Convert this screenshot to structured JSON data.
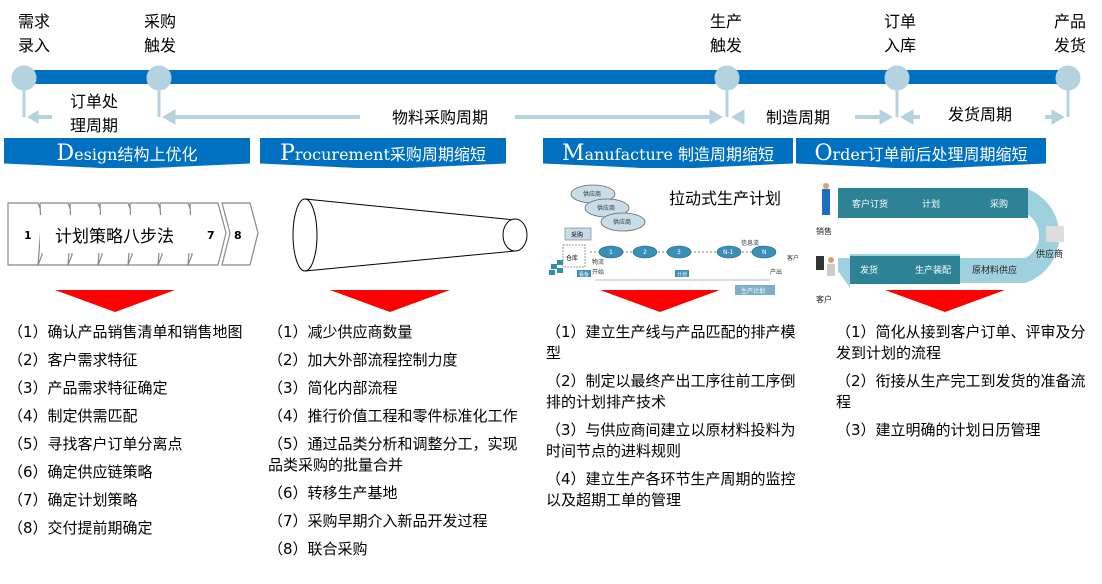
{
  "timeline": {
    "milestones": [
      {
        "line1": "需求",
        "line2": "录入"
      },
      {
        "line1": "采购",
        "line2": "触发"
      },
      {
        "line1": "生产",
        "line2": "触发"
      },
      {
        "line1": "订单",
        "line2": "入库"
      },
      {
        "line1": "产品",
        "line2": "发货"
      }
    ],
    "cycles": {
      "order_processing_1": "订单处",
      "order_processing_2": "理周期",
      "procurement": "物料采购周期",
      "manufacturing": "制造周期",
      "delivery": "发货周期"
    }
  },
  "sections": [
    {
      "cap": "D",
      "title": "esign结构上优化"
    },
    {
      "cap": "P",
      "title": "rocurement采购周期缩短"
    },
    {
      "cap": "M",
      "title": "anufacture 制造周期缩短"
    },
    {
      "cap": "O",
      "title": "rder订单前后处理周期缩短"
    }
  ],
  "design_diagram": {
    "first": "1",
    "label": "计划策略八步法",
    "seventh": "7",
    "eighth": "8"
  },
  "manufacture_diagram": {
    "title": "拉动式生产计划",
    "suppliers": [
      "供应商",
      "供应商",
      "供应商"
    ],
    "purchase": "采购",
    "warehouse": "仓库",
    "material_flow": "物流",
    "plan": "计划",
    "start": "开始",
    "stations": [
      "1",
      "2",
      "3",
      "N-1",
      "N"
    ],
    "info_flow": "信息流",
    "customer": "客户",
    "output": "产出",
    "kanban": "看板",
    "production_plan": "生产计划"
  },
  "order_diagram": {
    "top": [
      "客户订货",
      "计划",
      "采购"
    ],
    "bottom": [
      "发货",
      "生产装配",
      "原材料供应"
    ],
    "sales": "销售",
    "customer": "客户",
    "supplier": "供应商"
  },
  "lists": [
    [
      "（1）确认产品销售清单和销售地图",
      "（2）客户需求特征",
      "（3）产品需求特征确定",
      "（4）制定供需匹配",
      "（5）寻找客户订单分离点",
      "（6）确定供应链策略",
      "（7）确定计划策略",
      "（8）交付提前期确定"
    ],
    [
      "（1）减少供应商数量",
      "（2）加大外部流程控制力度",
      "（3）简化内部流程",
      "（4）推行价值工程和零件标准化工作",
      "（5）通过品类分析和调整分工，实现品类采购的批量合并",
      "（6）转移生产基地",
      "（7）采购早期介入新品开发过程",
      "（8）联合采购"
    ],
    [
      "（1）建立生产线与产品匹配的排产模型",
      "（2）制定以最终产出工序往前工序倒排的计划排产技术",
      "（3）与供应商间建立以原材料投料为时间节点的进料规则",
      "（4）建立生产各环节生产周期的监控以及超期工单的管理"
    ],
    [
      "（1）简化从接到客户订单、评审及分发到计划的流程",
      "（2）衔接从生产完工到发货的准备流程",
      "（3）建立明确的计划日历管理"
    ]
  ],
  "colors": {
    "primary": "#0070C0",
    "node": "#B4D3DF",
    "arrow": "#FF0000",
    "teal": "#2E8296",
    "light_teal": "#9FD0DE"
  }
}
